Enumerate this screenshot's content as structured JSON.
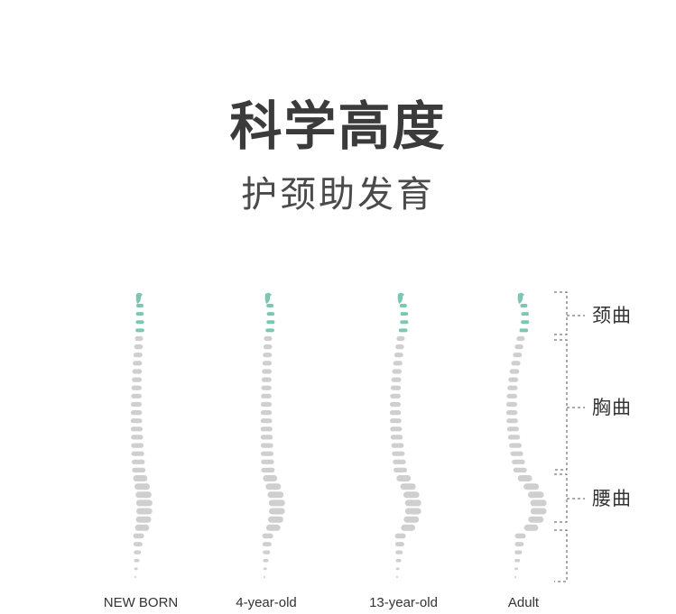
{
  "header": {
    "title": "科学高度",
    "subtitle": "护颈助发育"
  },
  "stages": [
    {
      "id": "newborn",
      "label": "NEW BORN"
    },
    {
      "id": "age4",
      "label": "4-year-old"
    },
    {
      "id": "age13",
      "label": "13-year-old"
    },
    {
      "id": "adult",
      "label": "Adult"
    }
  ],
  "curves": [
    {
      "id": "cervical",
      "label": "颈曲"
    },
    {
      "id": "thoracic",
      "label": "胸曲"
    },
    {
      "id": "lumbar",
      "label": "腰曲"
    }
  ],
  "colors": {
    "cervical": "#7cc7b3",
    "vertebra": "#cfcfcf",
    "bracket": "#555555",
    "title": "#3b3b3b"
  }
}
